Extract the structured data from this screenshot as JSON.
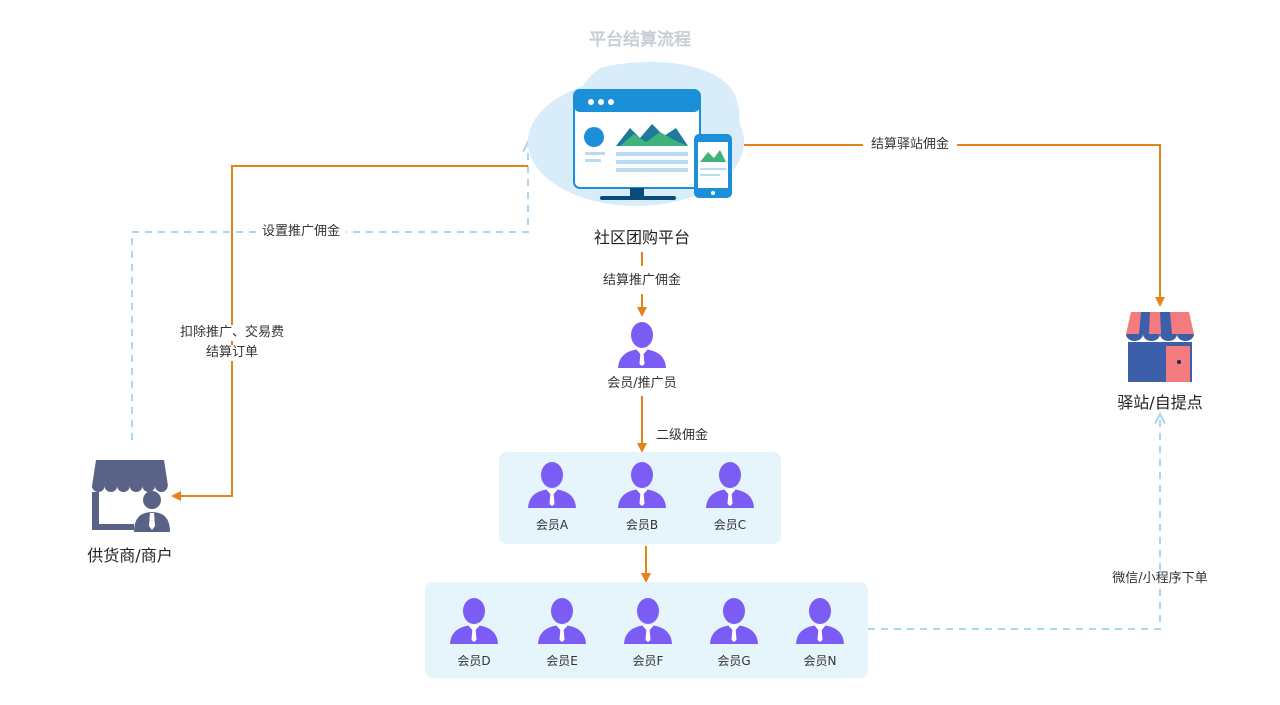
{
  "title": "平台结算流程",
  "nodes": {
    "platform": "社区团购平台",
    "supplier": "供货商/商户",
    "station": "驿站/自提点",
    "promoter": "会员/推广员"
  },
  "edges": {
    "set_commission": "设置推广佣金",
    "deduct_line1": "扣除推广、交易费",
    "deduct_line2": "结算订单",
    "settle_station": "结算驿站佣金",
    "settle_promo": "结算推广佣金",
    "second_level": "二级佣金",
    "wechat_order": "微信/小程序下单"
  },
  "level2_members": [
    "会员A",
    "会员B",
    "会员C"
  ],
  "level3_members": [
    "会员D",
    "会员E",
    "会员F",
    "会员G",
    "会员N"
  ],
  "colors": {
    "accent_orange": "#e5831b",
    "dashed_blue": "#a9d7f2",
    "member_purple": "#7b5cf5",
    "panel_bg": "#e6f4fc",
    "supplier_slate": "#5a6288",
    "station_pink": "#f47b7e",
    "station_blue": "#3d5ea8"
  },
  "icons": {
    "platform": "computer-dashboard-icon",
    "supplier": "merchant-shop-icon",
    "station": "storefront-icon",
    "member": "person-icon"
  }
}
